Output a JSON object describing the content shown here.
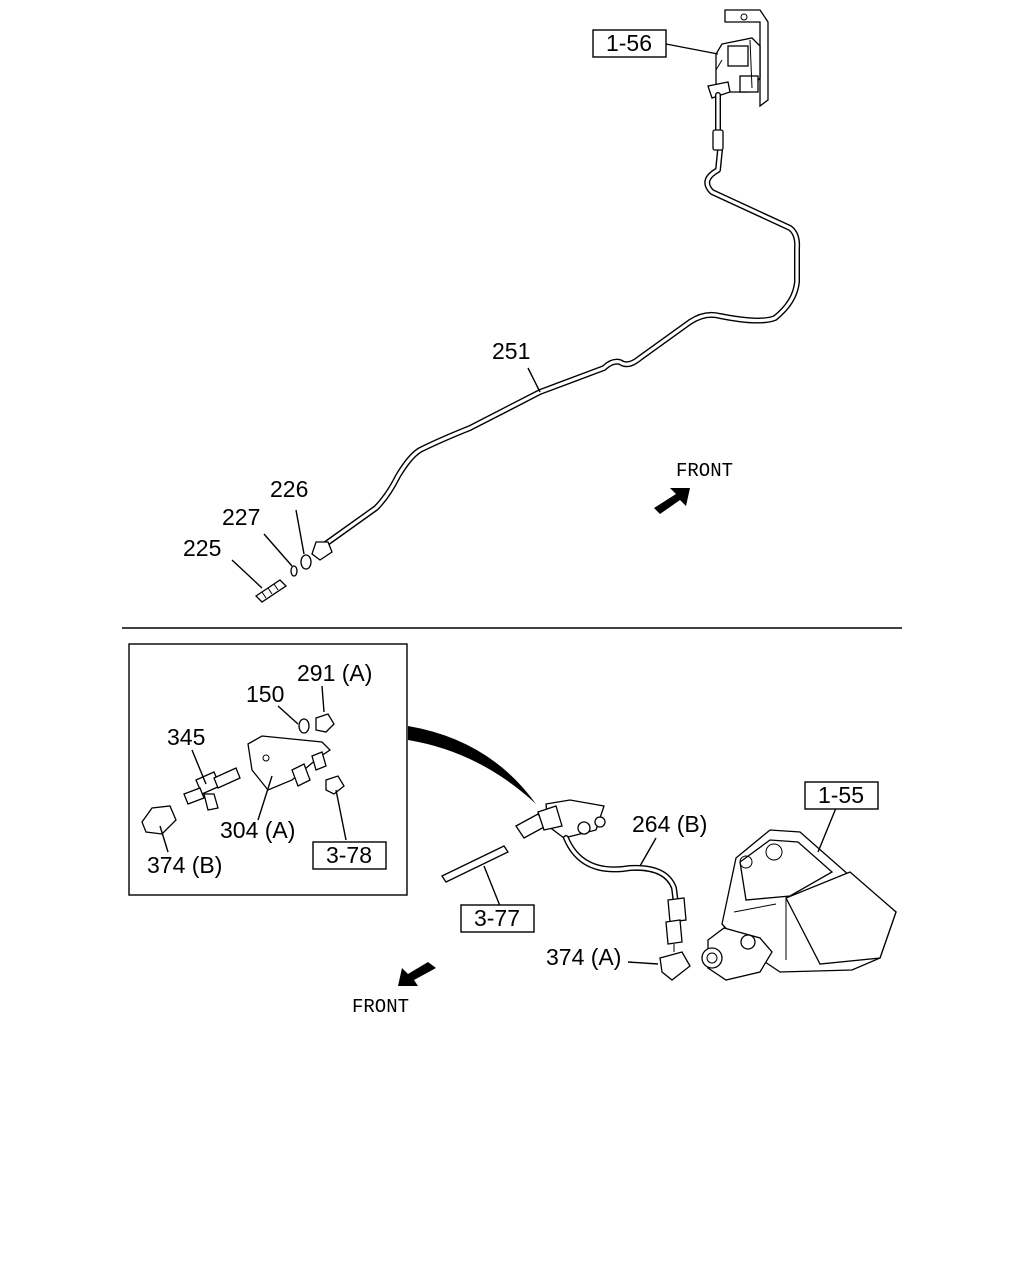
{
  "diagram": {
    "upper": {
      "ref_top": "1-56",
      "pipe_label": "251",
      "label_226": "226",
      "label_227": "227",
      "label_225": "225",
      "front_label": "FRONT"
    },
    "lower": {
      "inset": {
        "label_291": "291 (A)",
        "label_150": "150",
        "label_345": "345",
        "label_304": "304 (A)",
        "label_374b": "374 (B)",
        "ref_378": "3-78"
      },
      "ref_155": "1-55",
      "label_264": "264 (B)",
      "ref_377": "3-77",
      "label_374a": "374 (A)",
      "front_label": "FRONT"
    }
  }
}
